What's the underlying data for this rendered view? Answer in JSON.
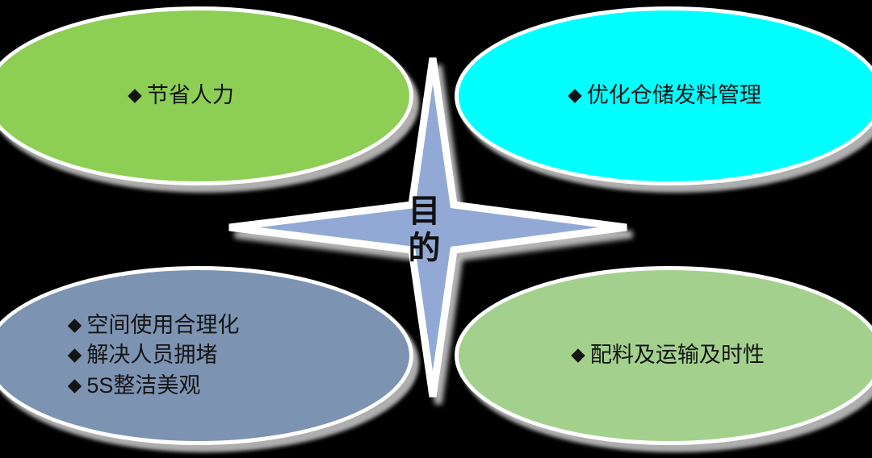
{
  "diagram": {
    "type": "four-quadrant-star",
    "center": {
      "label": "目的",
      "chars": [
        "目",
        "的"
      ],
      "shape": "four-point-star",
      "fill_color": "#92A9D6",
      "outline_color": "#FFFFFF",
      "text_color": "#111111"
    },
    "bullet_glyph": "◆",
    "quadrants": [
      {
        "position": "top-left",
        "fill_color": "#8DCE54",
        "outline_color": "#FFFFFF",
        "text_color": "#141414",
        "items": [
          "节省人力"
        ]
      },
      {
        "position": "top-right",
        "fill_color": "#00FFFF",
        "outline_color": "#FFFFFF",
        "text_color": "#141414",
        "items": [
          "优化仓储发料管理"
        ]
      },
      {
        "position": "bottom-left",
        "fill_color": "#7D93B2",
        "outline_color": "#FFFFFF",
        "text_color": "#141414",
        "items": [
          "空间使用合理化",
          "解决人员拥堵",
          "5S整洁美观"
        ]
      },
      {
        "position": "bottom-right",
        "fill_color": "#A3D18D",
        "outline_color": "#FFFFFF",
        "text_color": "#141414",
        "items": [
          "配料及运输及时性"
        ]
      }
    ],
    "background_color": "#000000",
    "shadow_color": "#BEBEBE"
  }
}
